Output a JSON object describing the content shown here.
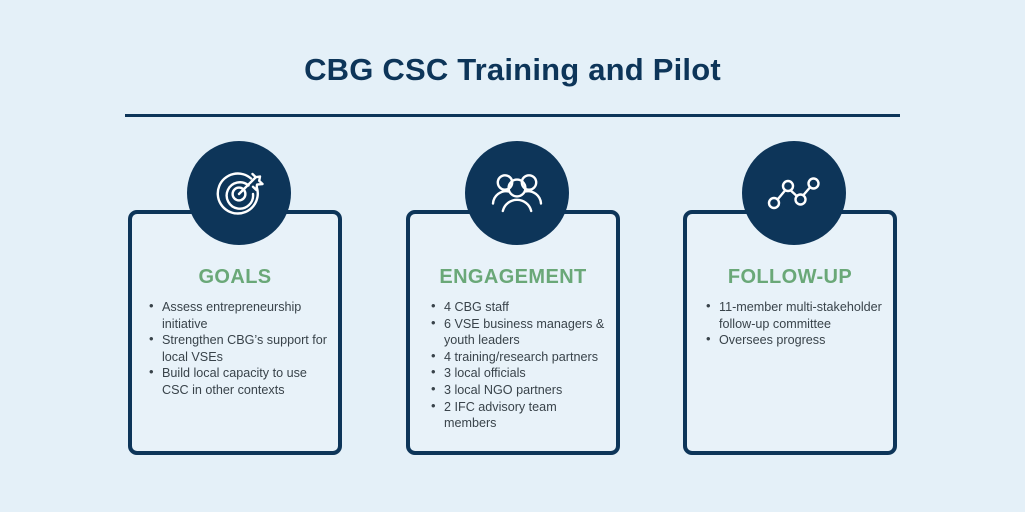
{
  "slide": {
    "title": "CBG CSC Training and Pilot",
    "background_color": "#e4f0f8",
    "navy": "#0d3559",
    "green": "#6aa878",
    "body_text_color": "#39434a"
  },
  "columns": [
    {
      "icon": "target-arrow-icon",
      "heading": "GOALS",
      "bullets": [
        "Assess entrepreneurship initiative",
        "Strengthen CBG’s support for local VSEs",
        "Build local capacity to use CSC in other contexts"
      ]
    },
    {
      "icon": "people-group-icon",
      "heading": "ENGAGEMENT",
      "bullets": [
        "4 CBG staff",
        "6 VSE business managers & youth leaders",
        "4 training/research partners",
        "3 local officials",
        "3 local NGO partners",
        "2 IFC advisory team members"
      ]
    },
    {
      "icon": "line-chart-icon",
      "heading": "FOLLOW-UP",
      "bullets": [
        "11-member multi-stakeholder follow-up committee",
        "Oversees progress"
      ]
    }
  ]
}
